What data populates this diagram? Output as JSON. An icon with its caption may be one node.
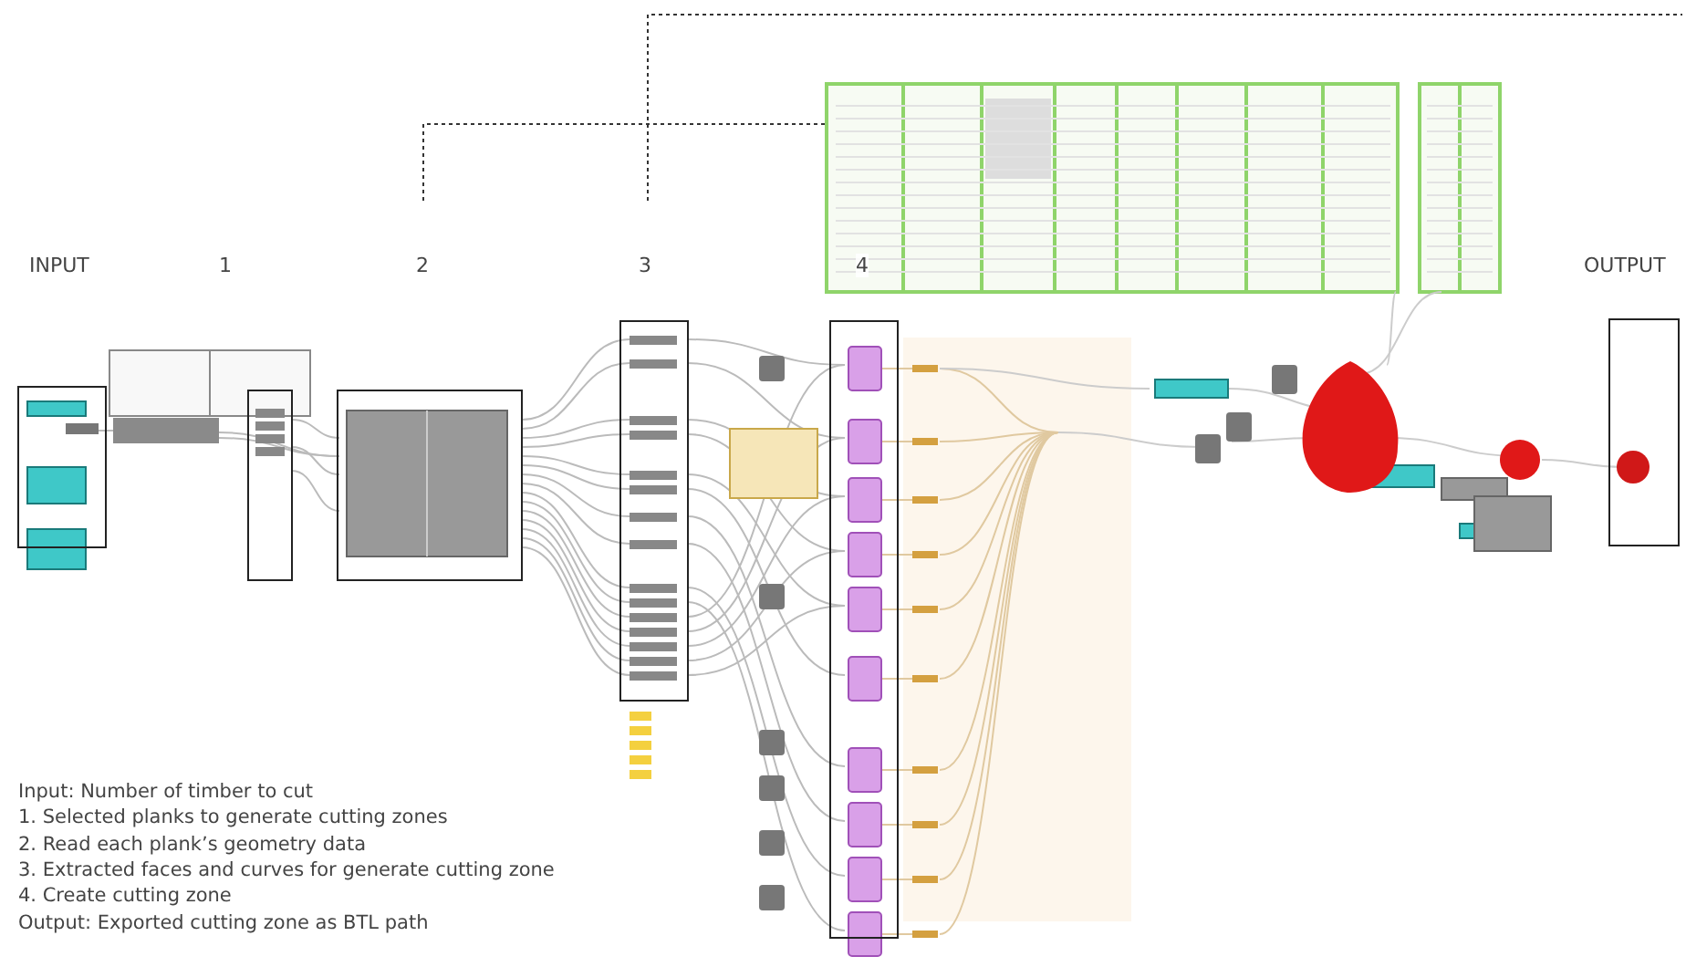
{
  "diagram": {
    "labels": [
      "INPUT",
      "1",
      "2",
      "3",
      "4",
      "OUTPUT",
      "Input: Number of timber to cut",
      "1. Selected planks to generate cutting zones",
      "2. Read each plank’s geometry data",
      "3. Extracted faces and curves for generate cutting zone",
      "4. Create cutting zone",
      "Output: Exported cutting zone as BTL path"
    ]
  }
}
